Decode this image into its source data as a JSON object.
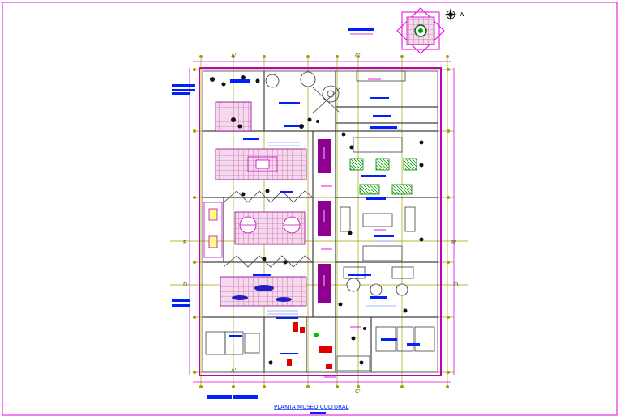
{
  "drawing": {
    "title": "PLANTA MUSEO CULTURAL",
    "north_label": "N",
    "grid_axes": {
      "top": [
        "A'",
        "C'"
      ],
      "bottom": [
        "A'",
        "C'"
      ],
      "left": [
        "B",
        "D"
      ],
      "right": [
        "B'",
        "D"
      ]
    }
  },
  "colors": {
    "frame": "#e000e0",
    "walls": "#c000c0",
    "grid": "#a0a000",
    "wall_dark": "#404040",
    "label_blue": "#0020ff",
    "hatch_pink": "#d040a0",
    "exhibit_purple": "#900090",
    "plant_green": "#00b000",
    "furniture_red": "#e00000"
  }
}
